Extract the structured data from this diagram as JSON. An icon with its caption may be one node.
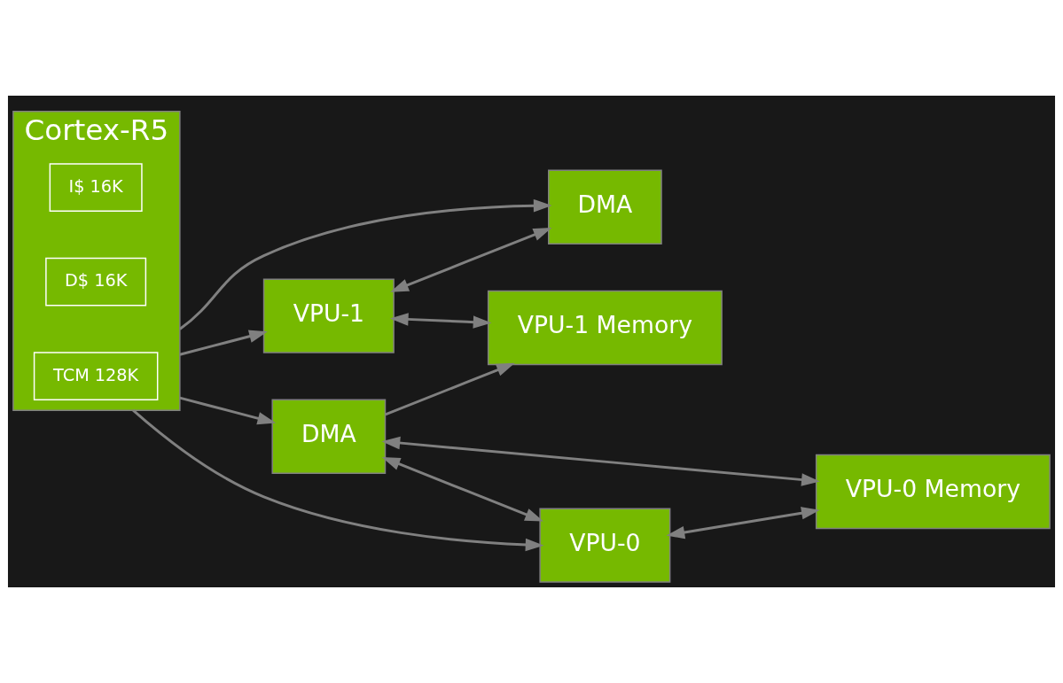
{
  "diagram": {
    "nodes": [
      {
        "text": [
          "Cortex-R5"
        ]
      },
      {
        "text": [
          "I$ 16K"
        ],
        "in": 0
      },
      {
        "text": [
          "D$ 16K"
        ],
        "in": 0
      },
      {
        "text": [
          "TCM 128K"
        ],
        "in": 0
      },
      {
        "text": [
          "VPU-1"
        ]
      },
      {
        "text": [
          "VPU-0"
        ]
      },
      {
        "text": [
          "DMA"
        ]
      },
      {
        "text": [
          "DMA"
        ]
      },
      {
        "text": [
          "VPU-1 Memory"
        ]
      },
      {
        "text": [
          "VPU-0 Memory"
        ]
      }
    ],
    "edges": [
      {
        "from": 0,
        "to": 4,
        "arrow": "to"
      },
      {
        "from": 0,
        "to": 5,
        "arrow": "to"
      },
      {
        "from": 0,
        "to": 6,
        "arrow": "to"
      },
      {
        "from": 0,
        "to": 7,
        "arrow": "to"
      },
      {
        "from": 4,
        "to": 6,
        "arrow": "both"
      },
      {
        "from": 7,
        "to": 5,
        "arrow": "both"
      },
      {
        "from": 4,
        "to": 8,
        "arrow": "both"
      },
      {
        "from": 5,
        "to": 9,
        "arrow": "both"
      },
      {
        "from": 7,
        "to": 8,
        "arrow": "to"
      },
      {
        "from": 7,
        "to": 9,
        "arrow": "both"
      }
    ]
  }
}
